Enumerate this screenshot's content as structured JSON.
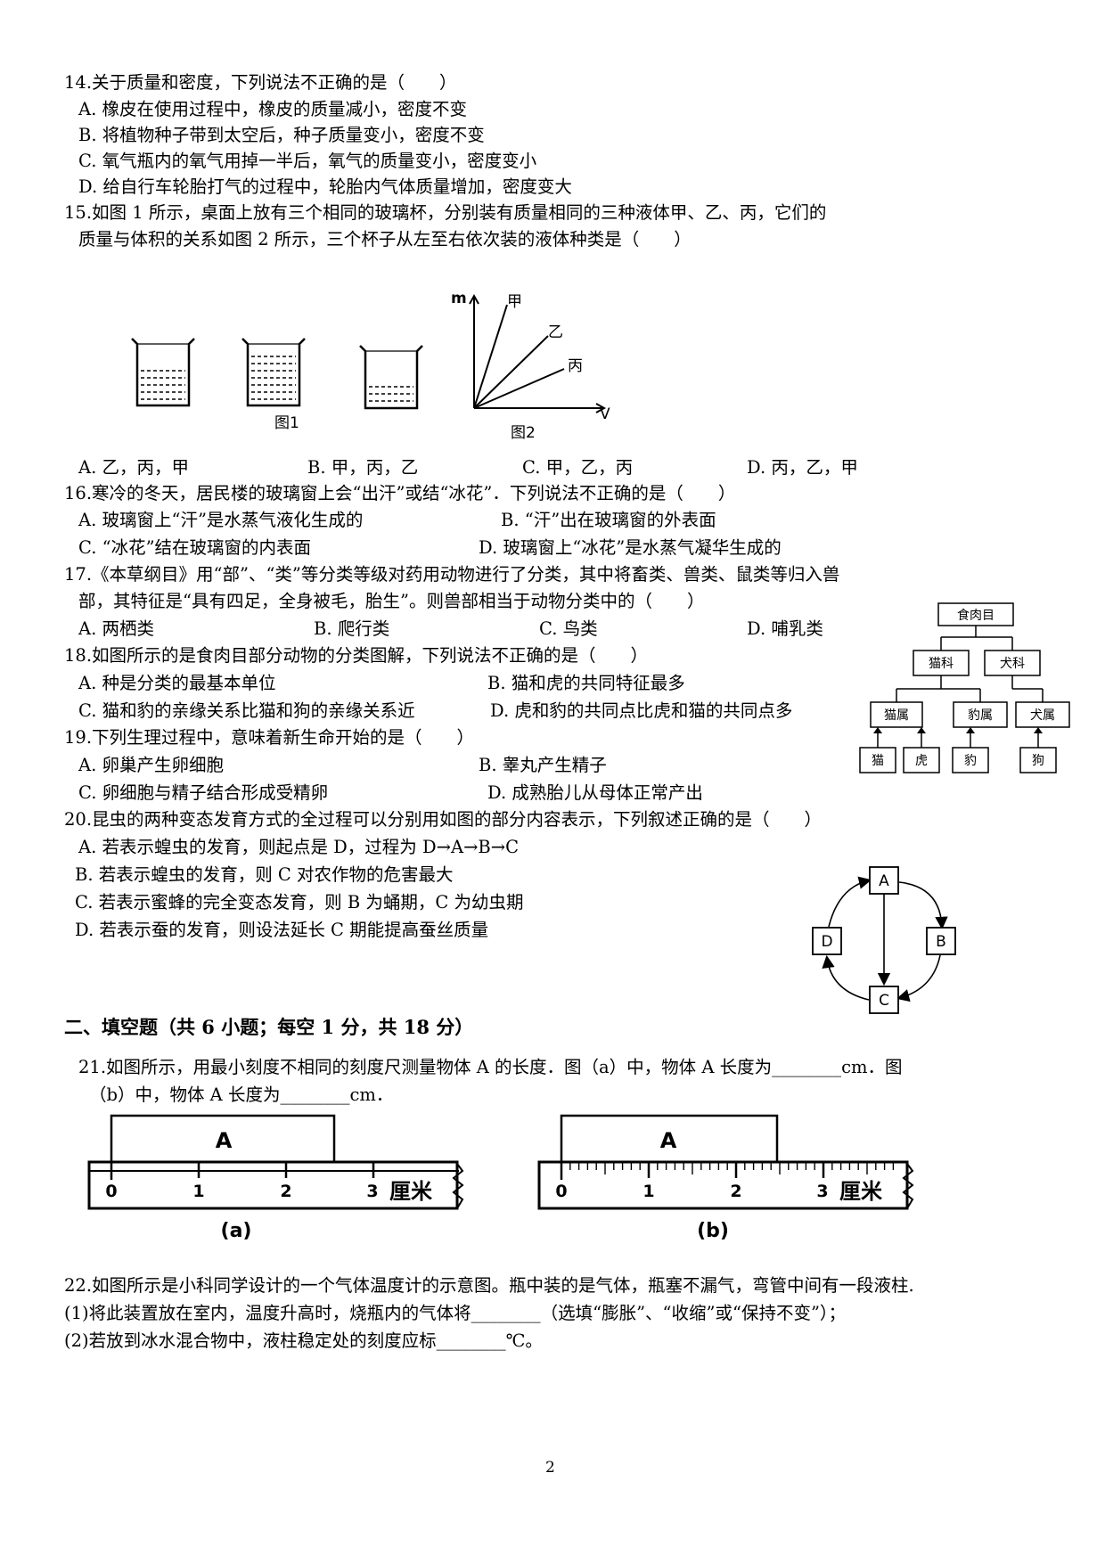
{
  "q14": {
    "stem": "14.关于质量和密度，下列说法不正确的是（　　）",
    "a": "A. 橡皮在使用过程中，橡皮的质量减小，密度不变",
    "b": "B. 将植物种子带到太空后，种子质量变小，密度不变",
    "c": "C. 氧气瓶内的氧气用掉一半后，氧气的质量变小，密度变小",
    "d": "D. 给自行车轮胎打气的过程中，轮胎内气体质量增加，密度变大"
  },
  "q15": {
    "stem1": "15.如图 1 所示，桌面上放有三个相同的玻璃杯，分别装有质量相同的三种液体甲、乙、丙，它们的",
    "stem2": "质量与体积的关系如图 2 所示，三个杯子从左至右依次装的液体种类是（　　）",
    "fig1": "图1",
    "fig2": "图2",
    "axis_m": "m",
    "axis_v": "V",
    "line_jia": "甲",
    "line_yi": "乙",
    "line_bing": "丙",
    "a": "A. 乙，丙，甲",
    "b": "B. 甲，丙，乙",
    "c": "C. 甲，乙，丙",
    "d": "D. 丙，乙，甲"
  },
  "q16": {
    "stem": "16.寒冷的冬天，居民楼的玻璃窗上会“出汗”或结“冰花”．下列说法不正确的是（　　）",
    "a": "A. 玻璃窗上“汗”是水蒸气液化生成的",
    "b": "B. “汗”出在玻璃窗的外表面",
    "c": "C. “冰花”结在玻璃窗的内表面",
    "d": "D. 玻璃窗上“冰花”是水蒸气凝华生成的"
  },
  "q17": {
    "stem1": "17.《本草纲目》用“部”、“类”等分类等级对药用动物进行了分类，其中将畜类、兽类、鼠类等归入兽",
    "stem2": "部，其特征是“具有四足，全身被毛，胎生”。则兽部相当于动物分类中的（　　）",
    "a": "A. 两栖类",
    "b": "B. 爬行类",
    "c": "C. 鸟类",
    "d": "D. 哺乳类"
  },
  "q18": {
    "stem": "18.如图所示的是食肉目部分动物的分类图解，下列说法不正确的是（　　）",
    "a": "A. 种是分类的最基本单位",
    "b": "B. 猫和虎的共同特征最多",
    "c": "C. 猫和豹的亲缘关系比猫和狗的亲缘关系近",
    "d": "D. 虎和豹的共同点比虎和猫的共同点多",
    "tree": {
      "root": "食肉目",
      "felidae": "猫科",
      "canidae": "犬科",
      "felis": "猫属",
      "panthera": "豹属",
      "canis": "犬属",
      "cat": "猫",
      "tiger": "虎",
      "leopard": "豹",
      "dog": "狗"
    }
  },
  "q19": {
    "stem": "19.下列生理过程中，意味着新生命开始的是（　　）",
    "a": "A. 卵巢产生卵细胞",
    "b": "B. 睾丸产生精子",
    "c": "C. 卵细胞与精子结合形成受精卵",
    "d": "D. 成熟胎儿从母体正常产出"
  },
  "q20": {
    "stem": "20.昆虫的两种变态发育方式的全过程可以分别用如图的部分内容表示，下列叙述正确的是（　　）",
    "a": "A. 若表示蝗虫的发育，则起点是 D，过程为 D→A→B→C",
    "b": "B. 若表示蝗虫的发育，则 C 对农作物的危害最大",
    "c": "C. 若表示蜜蜂的完全变态发育，则 B 为蛹期，C 为幼虫期",
    "d": "D. 若表示蚕的发育，则设法延长 C 期能提高蚕丝质量",
    "nodes": {
      "a": "A",
      "b": "B",
      "c": "C",
      "d": "D"
    }
  },
  "section2": {
    "title": "二、填空题（共 6 小题；每空 1 分，共 18 分）"
  },
  "q21": {
    "line1": "21.如图所示，用最小刻度不相同的刻度尺测量物体 A 的长度．图（a）中，物体 A 长度为________cm．图",
    "line2": "（b）中，物体 A 长度为________cm．",
    "object": "A",
    "ticks": [
      "0",
      "1",
      "2",
      "3"
    ],
    "unit": "厘米",
    "label_a": "(a)",
    "label_b": "(b)"
  },
  "q22": {
    "stem": "22.如图所示是小科同学设计的一个气体温度计的示意图。瓶中装的是气体，瓶塞不漏气，弯管中间有一段液柱.",
    "p1": "(1)将此装置放在室内，温度升高时，烧瓶内的气体将________（选填“膨胀”、“收缩”或“保持不变”）；",
    "p2": "(2)若放到冰水混合物中，液柱稳定处的刻度应标________℃。"
  },
  "page_number": "2"
}
